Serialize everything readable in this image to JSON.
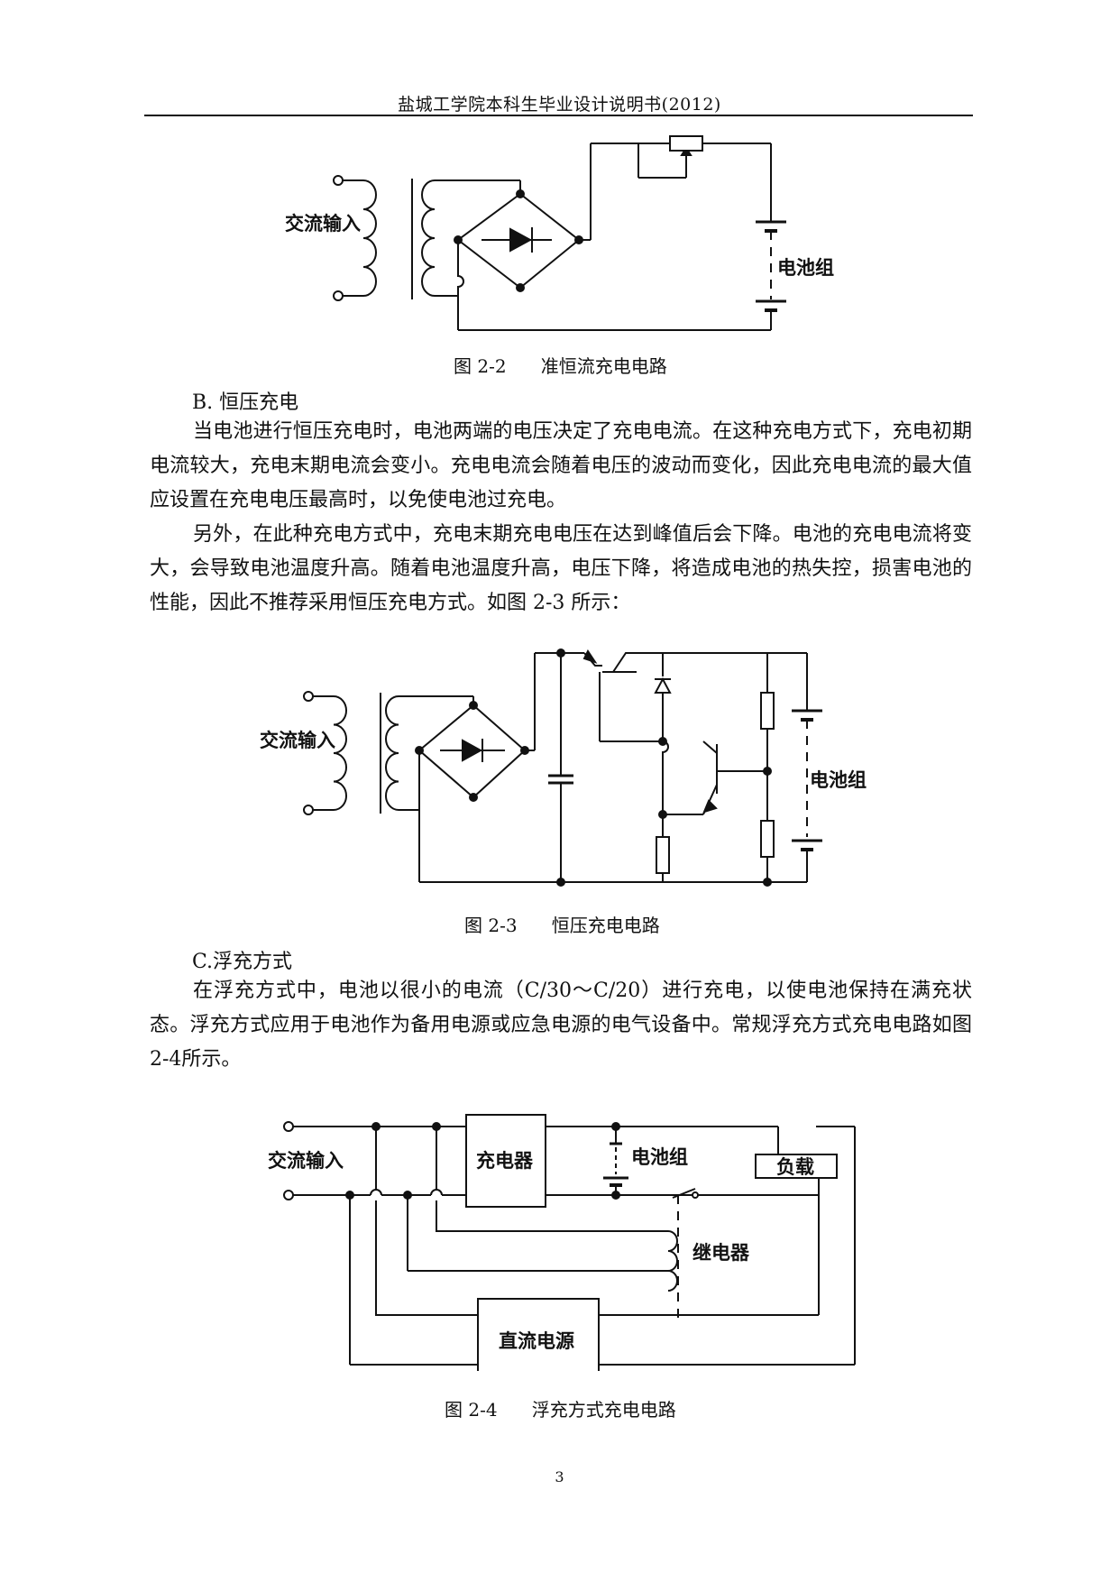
{
  "header": {
    "title": "盐城工学院本科生毕业设计说明书(2012)"
  },
  "figures": {
    "fig22": {
      "labels": {
        "ac_input": "交流输入",
        "battery": "电池组"
      },
      "caption": "图 2-2      准恒流充电电路"
    },
    "fig23": {
      "labels": {
        "ac_input": "交流输入",
        "battery": "电池组"
      },
      "caption": "图 2-3      恒压充电电路"
    },
    "fig24": {
      "labels": {
        "ac_input": "交流输入",
        "charger": "充电器",
        "battery": "电池组",
        "load": "负载",
        "relay": "继电器",
        "dc_supply": "直流电源"
      },
      "caption": "图 2-4      浮充方式充电电路"
    }
  },
  "sections": {
    "b_heading": "B. 恒压充电",
    "b_para1": "当电池进行恒压充电时，电池两端的电压决定了充电电流。在这种充电方式下，充电初期电流较大，充电末期电流会变小。充电电流会随着电压的波动而变化，因此充电电流的最大值应设置在充电电压最高时，以免使电池过充电。",
    "b_para2": "另外，在此种充电方式中，充电末期充电电压在达到峰值后会下降。电池的充电电流将变大，会导致电池温度升高。随着电池温度升高，电压下降，将造成电池的热失控，损害电池的性能，因此不推荐采用恒压充电方式。如图 2-3 所示：",
    "c_heading": "C.浮充方式",
    "c_para1": "在浮充方式中，电池以很小的电流（C/30～C/20）进行充电，以使电池保持在满充状态。浮充方式应用于电池作为备用电源或应急电源的电气设备中。常规浮充方式充电电路如图2-4所示。"
  },
  "footer": {
    "page_number": "3"
  }
}
